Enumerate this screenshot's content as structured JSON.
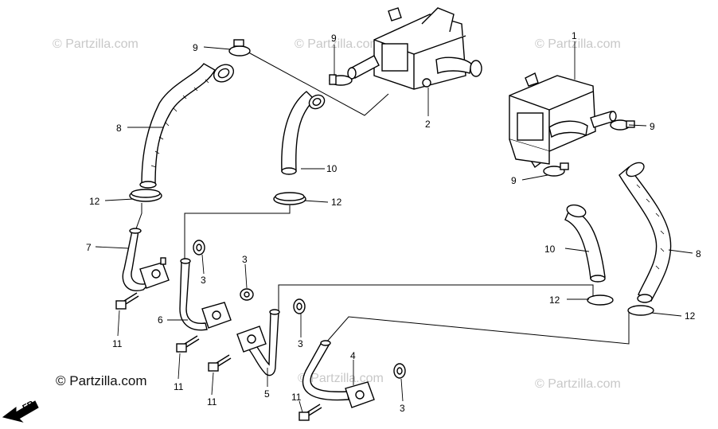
{
  "watermark": {
    "text": "© Partzilla.com",
    "color": "#c8c8c8"
  },
  "brand_label": "© Partzilla.com",
  "front_arrow_label": "FR.",
  "callouts": {
    "c1": "1",
    "c2": "2",
    "c3a": "3",
    "c3b": "3",
    "c3c": "3",
    "c3d": "3",
    "c4": "4",
    "c5": "5",
    "c6": "6",
    "c7": "7",
    "c8a": "8",
    "c8b": "8",
    "c9a": "9",
    "c9b": "9",
    "c9c": "9",
    "c9d": "9",
    "c10a": "10",
    "c10b": "10",
    "c11a": "11",
    "c11b": "11",
    "c11c": "11",
    "c11d": "11",
    "c12a": "12",
    "c12b": "12",
    "c12c": "12",
    "c12d": "12"
  }
}
